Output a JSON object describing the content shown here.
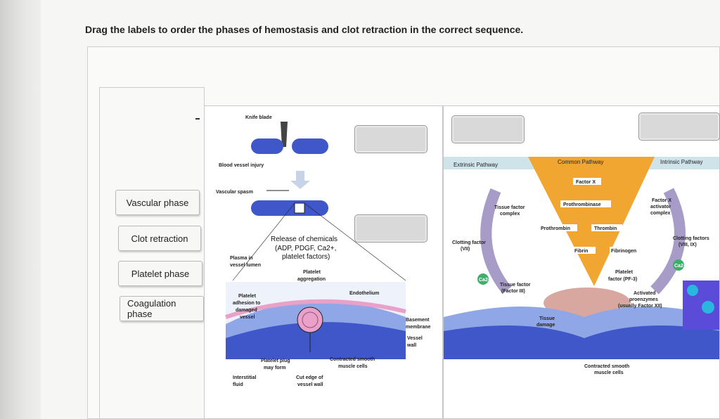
{
  "instruction": "Drag the labels to order the phases of hemostasis and clot retraction in the correct sequence.",
  "labels": [
    {
      "text": "Vascular phase"
    },
    {
      "text": "Clot retraction"
    },
    {
      "text": "Platelet phase"
    },
    {
      "text": "Coagulation phase"
    }
  ],
  "figure1": {
    "knife_blade": "Knife blade",
    "blood_vessel_injury": "Blood vessel injury",
    "vascular_spasm": "Vascular spasm",
    "release_line1": "Release of chemicals",
    "release_line2": "(ADP, PDGF, Ca2+,",
    "release_line3": "platelet factors)",
    "plasma_line1": "Plasma in",
    "plasma_line2": "vessel lumen",
    "platelet_aggregation_line1": "Platelet",
    "platelet_aggregation_line2": "aggregation",
    "endothelium": "Endothelium",
    "adhesion_line1": "Platelet",
    "adhesion_line2": "adhesion to",
    "adhesion_line3": "damaged",
    "adhesion_line4": "vessel",
    "basement_line1": "Basement",
    "basement_line2": "membrane",
    "vessel_wall_line1": "Vessel",
    "vessel_wall_line2": "wall",
    "plug_line1": "Platelet plug",
    "plug_line2": "may form",
    "smooth_line1": "Contracted smooth",
    "smooth_line2": "muscle cells",
    "interstitial_line1": "Interstitial",
    "interstitial_line2": "fluid",
    "cut_line1": "Cut edge of",
    "cut_line2": "vessel wall"
  },
  "figure2": {
    "extrinsic": "Extrinsic Pathway",
    "common": "Common Pathway",
    "intrinsic": "Intrinsic Pathway",
    "factor_x": "Factor X",
    "tissue_factor_line1": "Tissue factor",
    "tissue_factor_line2": "complex",
    "prothrombinase": "Prothrombinase",
    "factor_x_activator_line1": "Factor X",
    "factor_x_activator_line2": "activator",
    "factor_x_activator_line3": "complex",
    "prothrombin": "Prothrombin",
    "thrombin": "Thrombin",
    "clotting_vii_line1": "Clotting factor",
    "clotting_vii_line2": "(VII)",
    "clotting_viii_line1": "Clotting factors",
    "clotting_viii_line2": "(VIII, IX)",
    "fibrin": "Fibrin",
    "fibrinogen": "Fibrinogen",
    "ca": "Ca2+",
    "tissue_factor3_line1": "Tissue factor",
    "tissue_factor3_line2": "(Factor III)",
    "platelet_factor_line1": "Platelet",
    "platelet_factor_line2": "factor (PF-3)",
    "activated_line1": "Activated",
    "activated_line2": "proenzymes",
    "activated_line3": "(usually Factor XII)",
    "tissue_damage_line1": "Tissue",
    "tissue_damage_line2": "damage",
    "smooth_line1": "Contracted smooth",
    "smooth_line2": "muscle cells"
  },
  "colors": {
    "vessel_blue": "#3f57c8",
    "cell_dark_blue": "#2a3fa6",
    "pathway_orange": "#f0a630",
    "arrow_purple": "#a79bc8",
    "pink_tissue": "#e9a0c9",
    "teal_header": "#cfe3ea"
  }
}
